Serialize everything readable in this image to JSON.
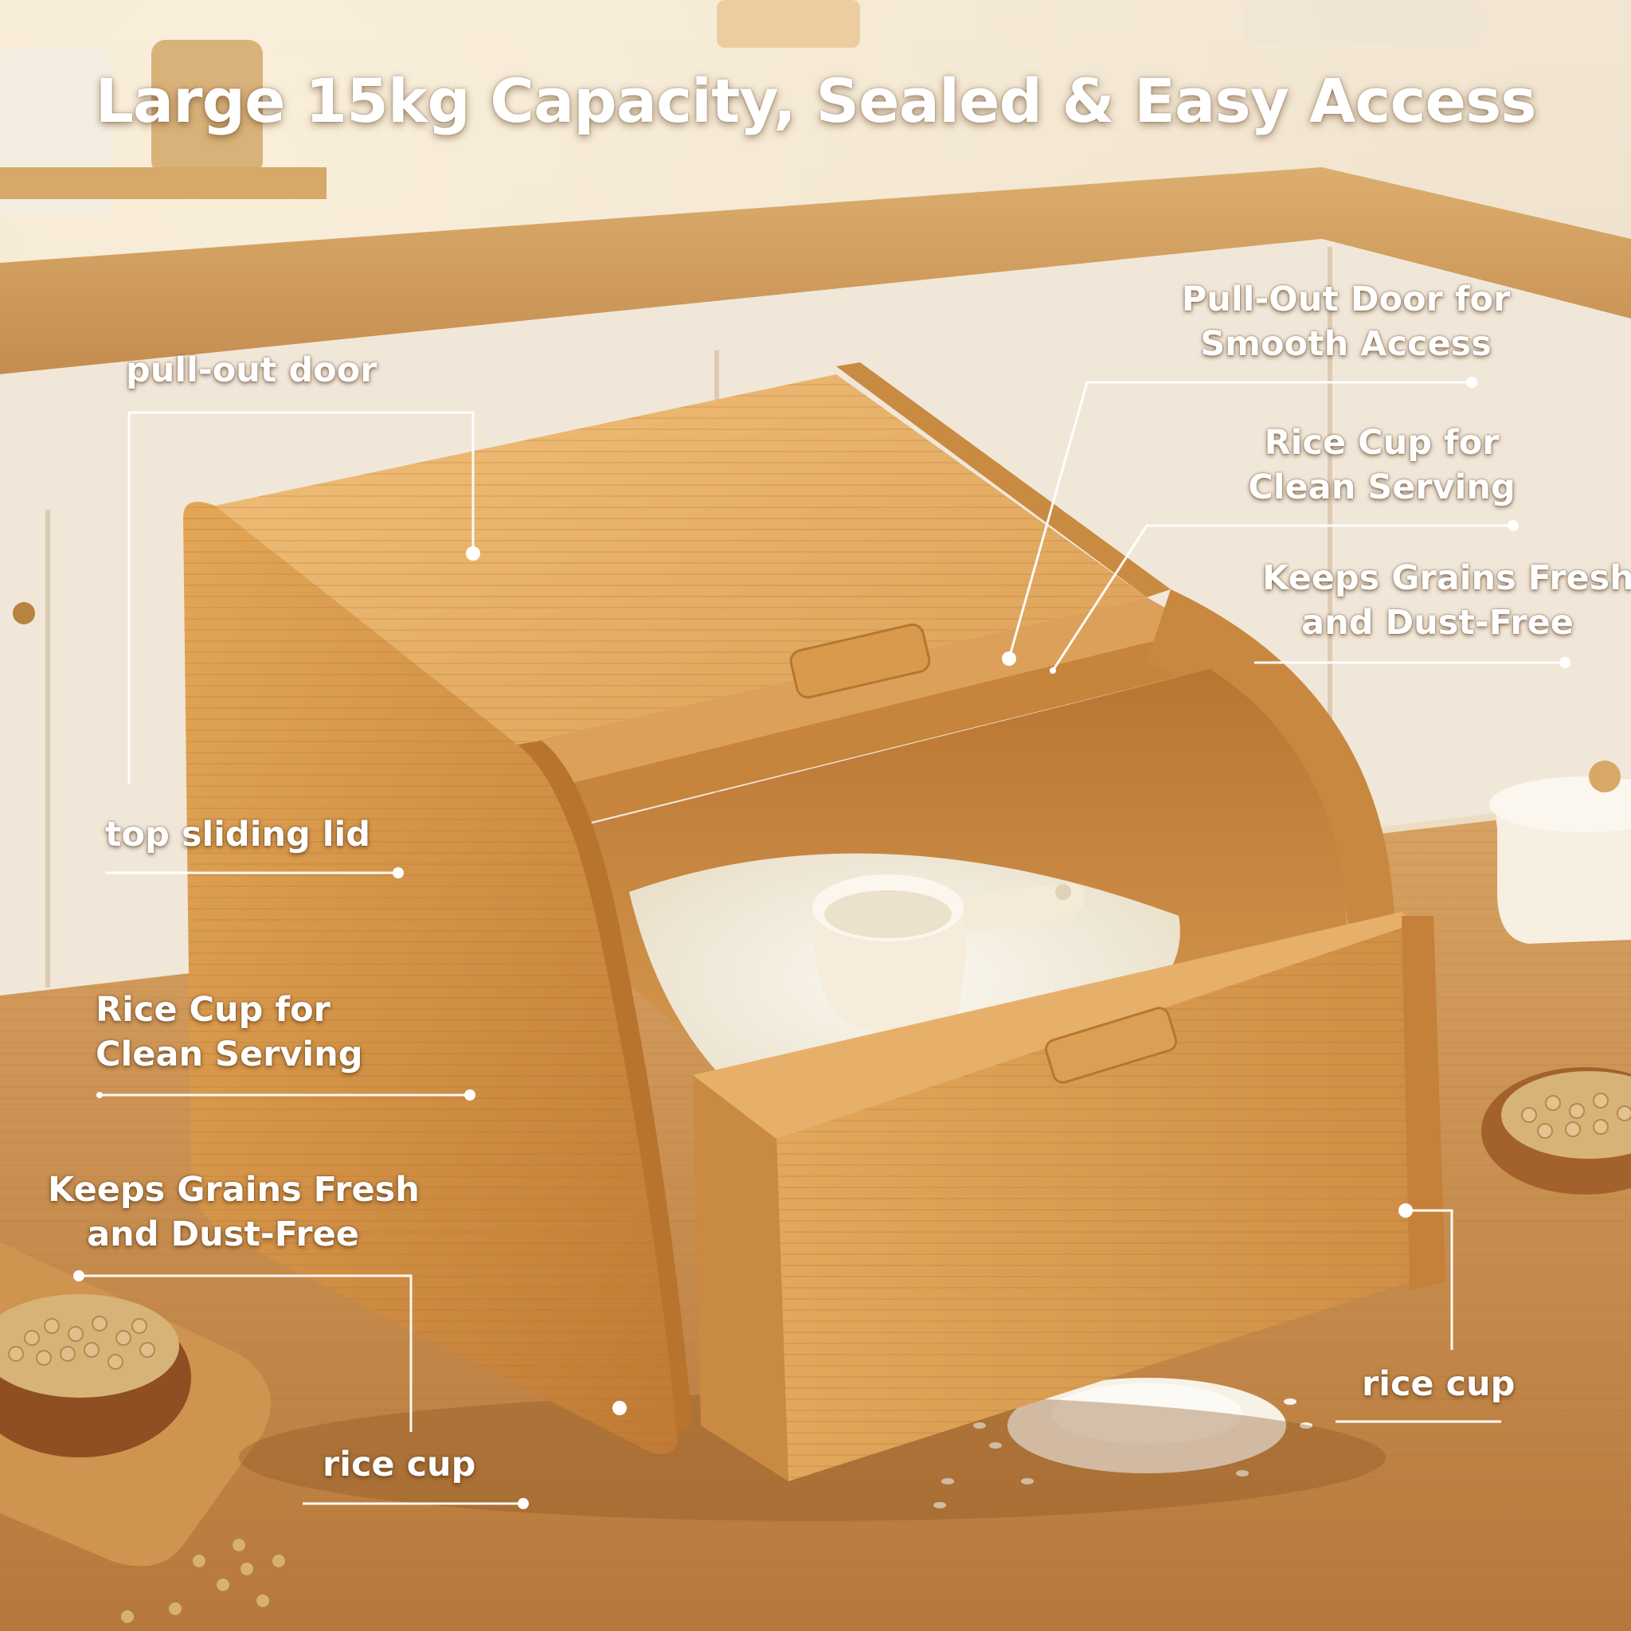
{
  "headline": "Large 15kg Capacity, Sealed & Easy Access",
  "callouts": {
    "pull_out_door": "pull-out door",
    "pull_out_door_smooth": [
      "Pull-Out Door for",
      "Smooth Access"
    ],
    "rice_cup_right": [
      "Rice Cup for",
      "Clean Serving"
    ],
    "keeps_fresh_right": [
      "Keeps Grains Fresh",
      "and Dust-Free"
    ],
    "top_sliding_lid": "top sliding lid",
    "rice_cup_left": [
      "Rice Cup for",
      "Clean Serving"
    ],
    "keeps_fresh_left": [
      "Keeps Grains Fresh",
      "and Dust-Free"
    ],
    "rice_cup_short_left": "rice cup",
    "rice_cup_short_right": "rice cup"
  },
  "colors": {
    "bamboo_light": "#e8b26a",
    "bamboo_mid": "#d4954a",
    "bamboo_dark": "#b8742f",
    "rice": "#f7f2e6",
    "countertop": "#c99253",
    "wall": "#efe2cc",
    "label_text": "#ffffff"
  }
}
